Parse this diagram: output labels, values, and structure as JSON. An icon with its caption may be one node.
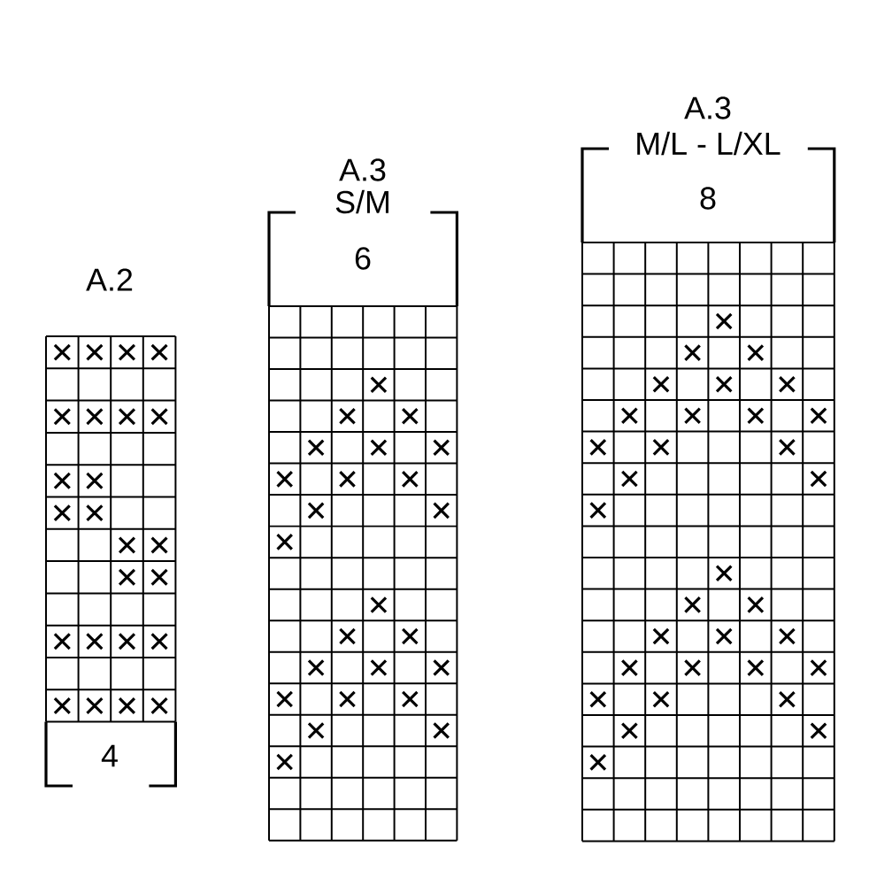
{
  "diagram": {
    "labels": [
      "A.2",
      "4",
      "A.3",
      "S/M",
      "6",
      "A.3",
      "M/L - L/XL",
      "8"
    ]
  }
}
